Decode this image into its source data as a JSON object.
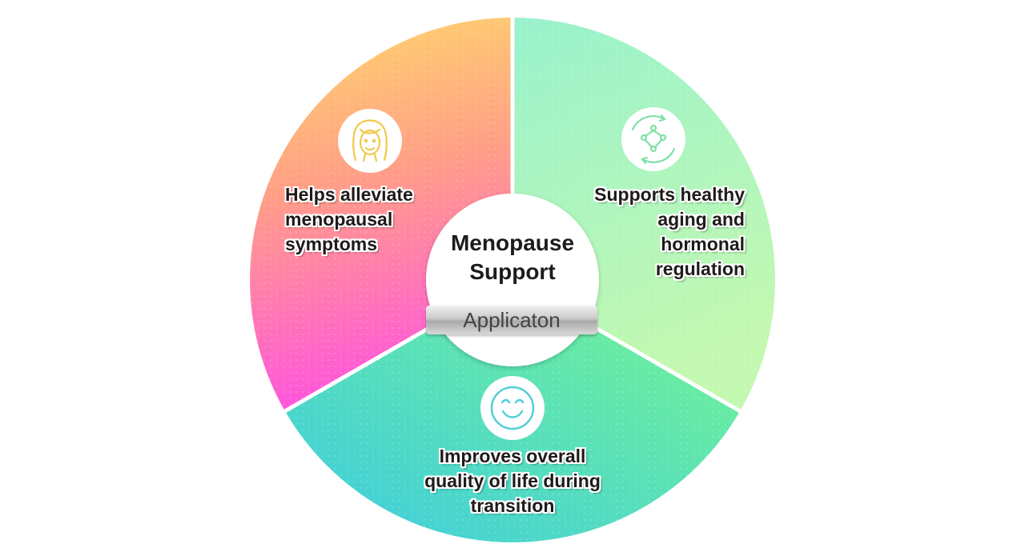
{
  "center": {
    "title": "Menopause\nSupport",
    "ribbon_label": "Applicaton"
  },
  "segments": [
    {
      "id": "left",
      "text": "Helps alleviate\nmenopausal\nsymptoms",
      "icon": "woman-face-icon",
      "gradient": [
        "#ffd96a",
        "#ff9f86",
        "#ff6fd0"
      ]
    },
    {
      "id": "right",
      "text": "Supports healthy\naging and\nhormonal\nregulation",
      "icon": "molecule-cycle-icon",
      "gradient": [
        "#9ff5c8",
        "#baf7b8"
      ]
    },
    {
      "id": "bottom",
      "text": "Improves overall\nquality of life during\ntransition",
      "icon": "smiley-face-icon",
      "gradient": [
        "#4dcde0",
        "#6ef5a0"
      ]
    }
  ],
  "colors": {
    "left_icon_stroke": "#f2c84b",
    "right_icon_stroke": "#7fe0a6",
    "bottom_icon_stroke": "#4fcfd6"
  }
}
